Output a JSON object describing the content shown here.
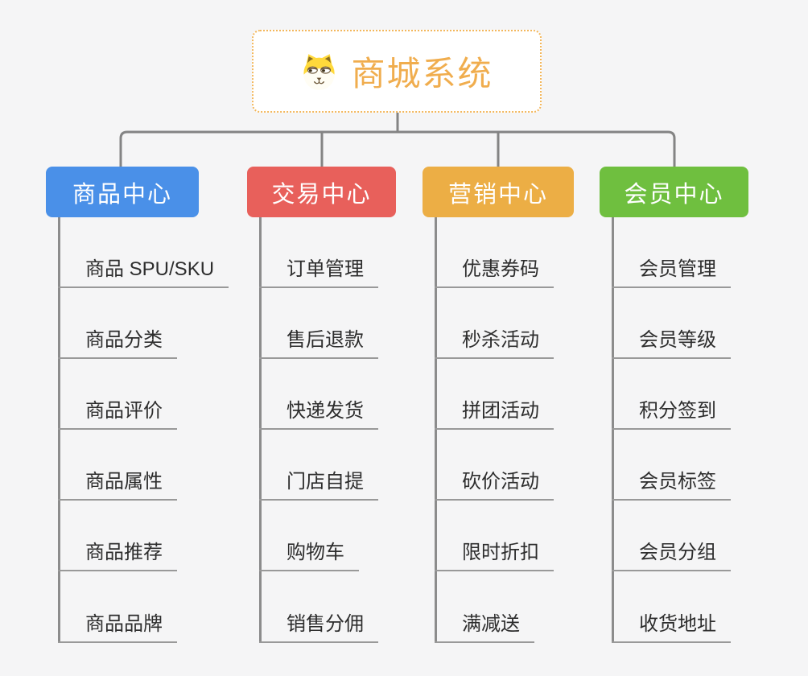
{
  "page": {
    "background_color": "#f5f5f6",
    "connector_color": "#848484",
    "leaf_underline_color": "#999999",
    "leaf_text_color": "#2d2d2d"
  },
  "root": {
    "title": "商城系统",
    "icon": "dog-face-icon",
    "title_color": "#f0ad4e",
    "border_color": "#f3b75c",
    "background": "#ffffff"
  },
  "branches": [
    {
      "label": "商品中心",
      "color": "#4a90e8",
      "items": [
        "商品 SPU/SKU",
        "商品分类",
        "商品评价",
        "商品属性",
        "商品推荐",
        "商品品牌"
      ]
    },
    {
      "label": "交易中心",
      "color": "#e8605b",
      "items": [
        "订单管理",
        "售后退款",
        "快递发货",
        "门店自提",
        "购物车",
        "销售分佣"
      ]
    },
    {
      "label": "营销中心",
      "color": "#ecae45",
      "items": [
        "优惠券码",
        "秒杀活动",
        "拼团活动",
        "砍价活动",
        "限时折扣",
        "满减送"
      ]
    },
    {
      "label": "会员中心",
      "color": "#6fbf3f",
      "items": [
        "会员管理",
        "会员等级",
        "积分签到",
        "会员标签",
        "会员分组",
        "收货地址"
      ]
    }
  ]
}
